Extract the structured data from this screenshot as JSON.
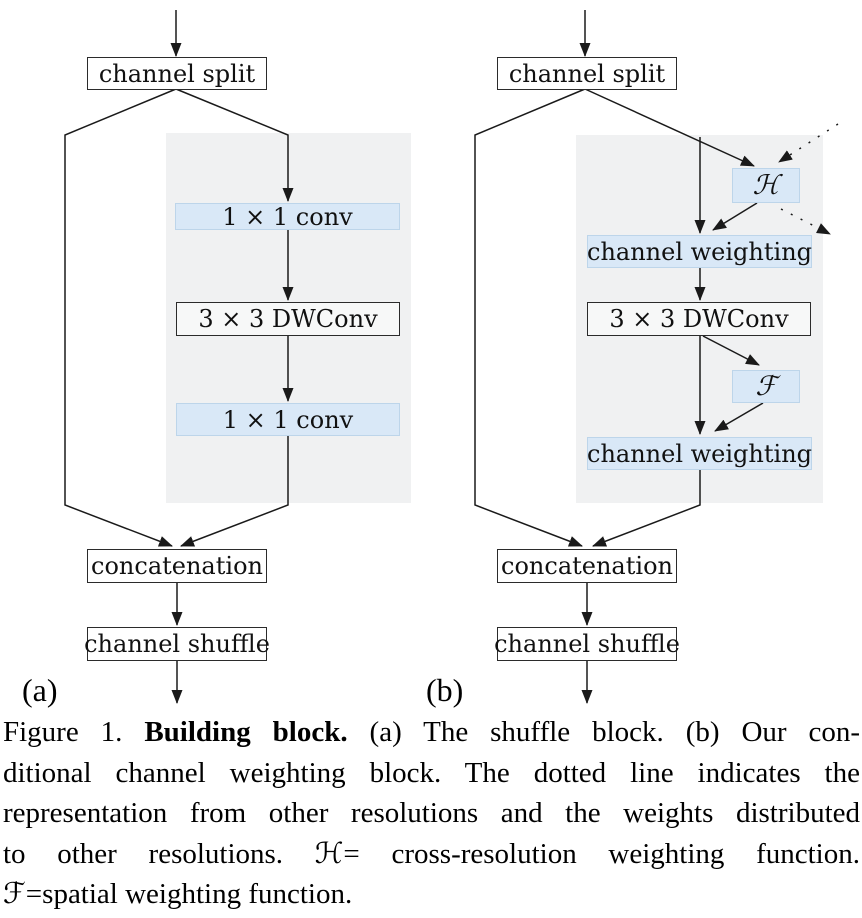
{
  "figure": {
    "diagram_a": {
      "label": "(a)",
      "channel_split": "channel split",
      "conv1": "1 × 1 conv",
      "dwconv": "3 × 3 DWConv",
      "conv2": "1 × 1 conv",
      "concatenation": "concatenation",
      "channel_shuffle": "channel shuffle"
    },
    "diagram_b": {
      "label": "(b)",
      "channel_split": "channel split",
      "cross_resolution_weighting_fn": "ℋ",
      "channel_weighting_1": "channel weighting",
      "dwconv": "3 × 3 DWConv",
      "spatial_weighting_fn": "ℱ",
      "channel_weighting_2": "channel weighting",
      "concatenation": "concatenation",
      "channel_shuffle": "channel shuffle"
    },
    "caption": {
      "line1_pre": "Figure 1. ",
      "line1_bold": "Building block.",
      "line1_post": " (a) The shuffle block. (b) Our con-",
      "line2": "ditional channel weighting block.  The dotted line indicates the",
      "line3": "representation from other resolutions and the weights distributed",
      "line4": "to other resolutions.  ℋ= cross-resolution weighting function.",
      "line5": "ℱ=spatial weighting function."
    },
    "colors": {
      "node_blue_fill": "#d9e8f7",
      "node_blue_border": "#bdd5ea",
      "panel_gray": "#f0f1f2",
      "edge_black": "#1a1a1a"
    }
  }
}
